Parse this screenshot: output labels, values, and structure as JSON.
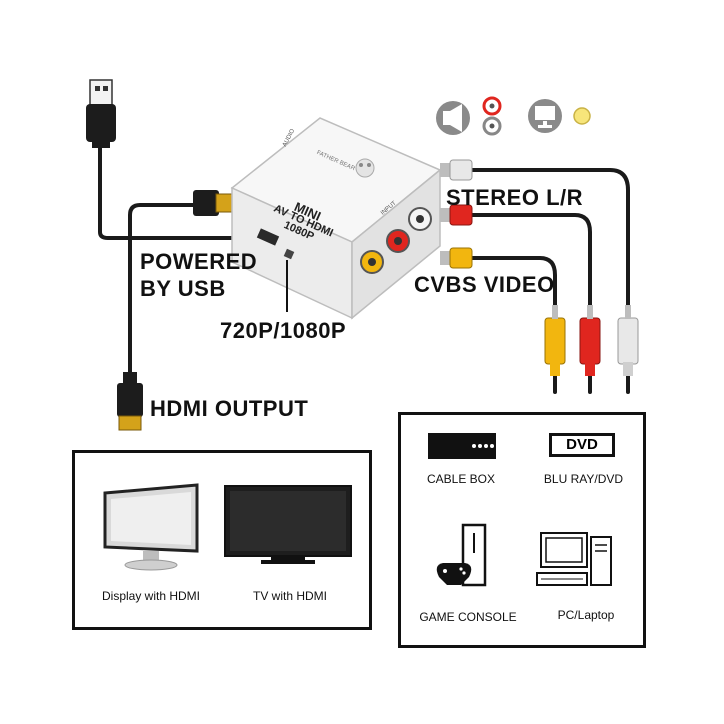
{
  "converter": {
    "brand": "FATHER BEAR",
    "title": "MINI",
    "subtitle": "AV TO HDMI",
    "resolution": "1080P",
    "side_label": "AUDIO",
    "input_label": "INPUT"
  },
  "labels": {
    "stereo": "STEREO L/R",
    "cvbs": "CVBS VIDEO",
    "powered_line1": "POWERED",
    "powered_line2": "BY USB",
    "switch": "720P/1080P",
    "hdmi_output": "HDMI OUTPUT"
  },
  "sources_panel": {
    "items": [
      {
        "label": "CABLE BOX",
        "icon": "cable-box-icon"
      },
      {
        "label": "BLU RAY/DVD",
        "icon": "dvd-player-icon",
        "badge": "DVD"
      },
      {
        "label": "GAME CONSOLE",
        "icon": "game-console-icon"
      },
      {
        "label": "PC/Laptop",
        "icon": "pc-laptop-icon"
      }
    ]
  },
  "displays_panel": {
    "items": [
      {
        "label": "Display with HDMI",
        "icon": "monitor-icon"
      },
      {
        "label": "TV with HDMI",
        "icon": "tv-icon"
      }
    ]
  },
  "top_icons": [
    "speaker-icon",
    "audio-jacks-icon",
    "monitor-small-icon",
    "video-jack-icon"
  ],
  "colors": {
    "cable": "#1a1a1a",
    "white_plug": "#e8e8e8",
    "red_plug": "#e0261f",
    "yellow_plug": "#f2b60f",
    "gold": "#d4a21a",
    "icon_gray": "#8a8a8a"
  }
}
